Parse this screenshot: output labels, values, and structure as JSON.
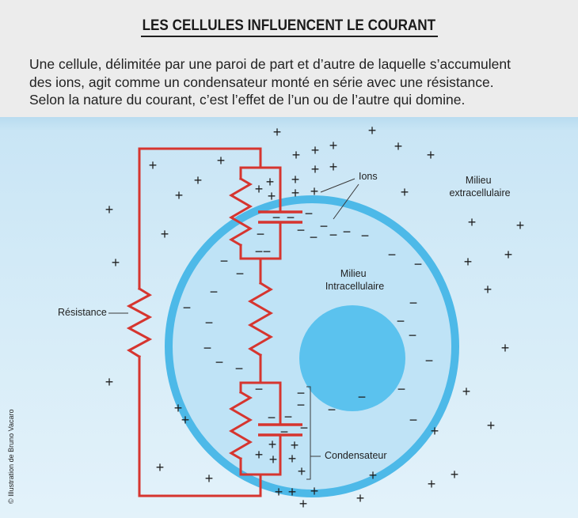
{
  "header": {
    "title": "LES CELLULES INFLUENCENT LE COURANT",
    "intro_lines": [
      "Une cellule, délimitée par une paroi de part et d’autre de laquelle s’accumulent",
      "des ions, agit comme un condensateur monté en série avec une résistance.",
      "Selon la nature du courant, c’est l’effet de l’un ou de l’autre qui domine."
    ]
  },
  "diagram": {
    "labels": {
      "resistance": "Résistance",
      "ions": "Ions",
      "extracellular": [
        "Milieu",
        "extracellulaire"
      ],
      "intracellular": [
        "Milieu",
        "Intracellulaire"
      ],
      "capacitor": "Condensateur"
    },
    "signs": {
      "positive_ion": "+",
      "negative_ion": "−"
    },
    "credit": "© Illustration de Bruno Vacaro"
  },
  "colors": {
    "header_background": "#ececec",
    "circuit": "#d6352f",
    "membrane": "#4db9e8",
    "cytoplasm": "#bfe3f6",
    "nucleus": "#5bc2ee",
    "extracellular_top": "#b9dcf0",
    "extracellular_bottom": "#e3f2fa",
    "ink": "#1f1f1f"
  }
}
